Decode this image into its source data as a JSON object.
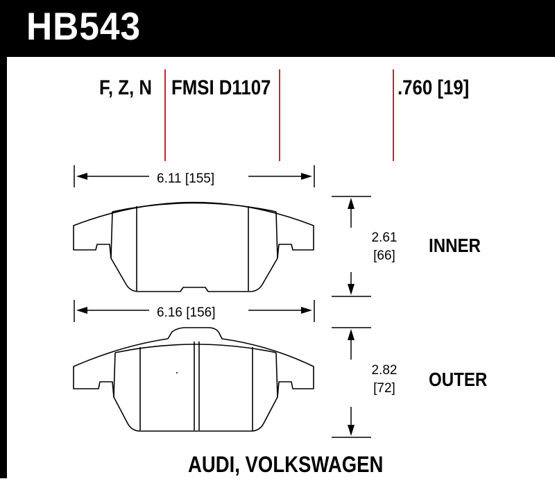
{
  "part_number": "HB543",
  "compounds": "F, Z, N",
  "fmsi": "FMSI D1107",
  "thickness": ".760 [19]",
  "inner": {
    "label": "INNER",
    "width": "6.11 [155]",
    "height_in": "2.61",
    "height_mm": "[66]"
  },
  "outer": {
    "label": "OUTER",
    "width": "6.16 [156]",
    "height_in": "2.82",
    "height_mm": "[72]"
  },
  "vehicle": "AUDI, VOLKSWAGEN",
  "colors": {
    "header": "#000000",
    "marker_lines": "#d0202a",
    "drawing": "#000000"
  }
}
